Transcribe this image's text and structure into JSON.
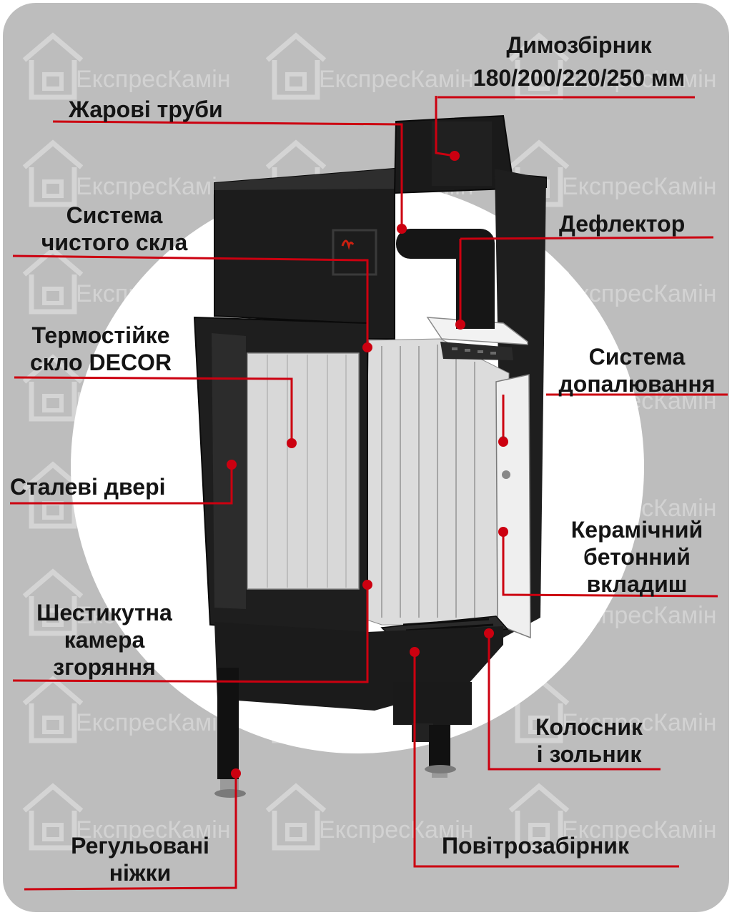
{
  "watermark": "ЕкспресКамін",
  "colors": {
    "leader": "#cc0010",
    "background": "#bdbdbd",
    "circle": "#ffffff",
    "steel": "#1b1b1b"
  },
  "labels": {
    "flue_collar_line1": "Димозбірник",
    "flue_collar_line2": "180/200/220/250 мм",
    "fire_tubes": "Жарові труби",
    "deflector": "Дефлектор",
    "clean_glass_line1": "Система",
    "clean_glass_line2": "чистого скла",
    "glass_line1": "Термостійке",
    "glass_line2": "скло DECOR",
    "afterburn_line1": "Система",
    "afterburn_line2": "допалювання",
    "steel_door": "Сталеві двері",
    "ceramic_line1": "Керамічний",
    "ceramic_line2": "бетонний",
    "ceramic_line3": "вкладиш",
    "chamber_line1": "Шестикутна",
    "chamber_line2": "камера",
    "chamber_line3": "згоряння",
    "grate_line1": "Колосник",
    "grate_line2": "і зольник",
    "legs_line1": "Регульовані",
    "legs_line2": "ніжки",
    "air_intake": "Повітрозабірник"
  }
}
